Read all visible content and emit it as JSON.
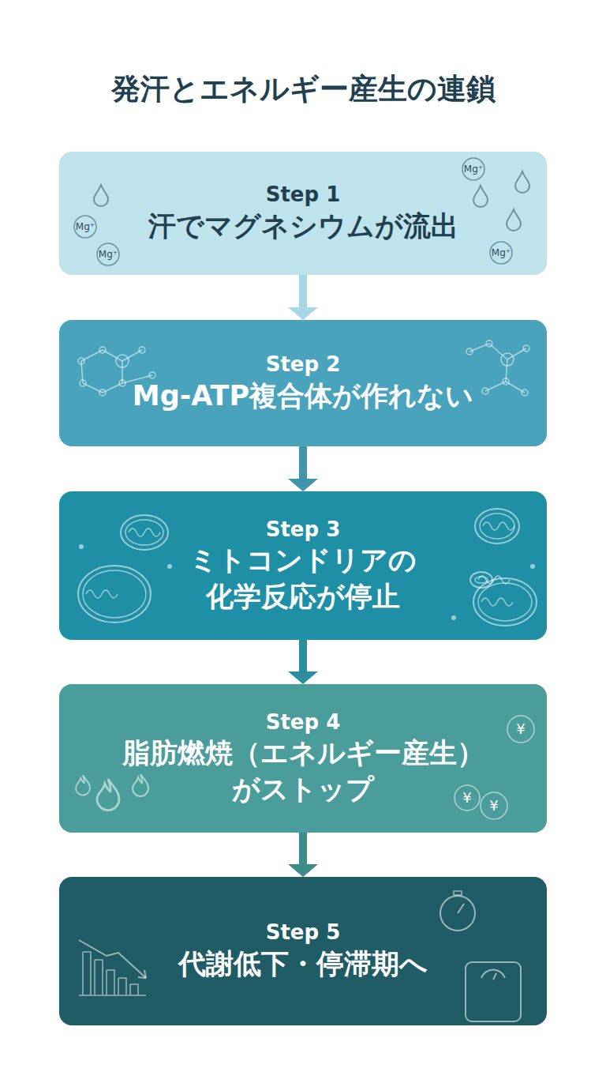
{
  "diagram": {
    "title": "発汗とエネルギー産生の連鎖",
    "nodes": [
      {
        "text": [
          "Step 1",
          "汗でマグネシウムが流出"
        ]
      },
      {
        "text": [
          "Step 2",
          "Mg-ATP複合体が作れない"
        ]
      },
      {
        "text": [
          "Step 3",
          "ミトコンドリアの 化学反応が停止"
        ]
      },
      {
        "text": [
          "Step 4",
          "脂肪燃焼（エネルギー産生） がストップ"
        ]
      },
      {
        "text": [
          "Step 5",
          "代謝低下・停滞期へ"
        ]
      }
    ],
    "edges": [
      {
        "from": 0,
        "to": 1,
        "arrow": "to"
      },
      {
        "from": 1,
        "to": 2,
        "arrow": "to"
      },
      {
        "from": 2,
        "to": 3,
        "arrow": "to"
      },
      {
        "from": 3,
        "to": 4,
        "arrow": "to"
      }
    ],
    "labels": [
      "Mg⁺",
      "Mg⁺",
      "Mg⁺",
      "Mg⁺",
      "¥",
      "¥",
      "¥"
    ]
  }
}
